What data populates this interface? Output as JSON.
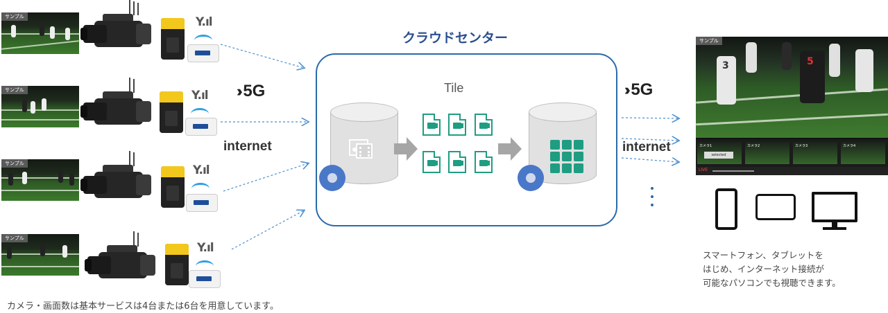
{
  "sample_label": "サンプル",
  "fiveg_label": "5G",
  "internet_label": "internet",
  "cloud_title": "クラウドセンター",
  "tile_label": "Tile",
  "viewer": {
    "sample_label": "サンプル",
    "camera_labels": [
      "カメラ1",
      "カメラ2",
      "カメラ3",
      "カメラ4"
    ],
    "selected_label": "selected",
    "live_label": "LIVE",
    "player_number_left": "3",
    "player_number_center": "5"
  },
  "devices_caption": [
    "スマートフォン、タブレットを",
    "はじめ、インターネット接続が",
    "可能なパソコンでも視聴できます。"
  ],
  "footer_note": "カメラ・画面数は基本サービスは4台または6台を用意しています。",
  "colors": {
    "cloud_border": "#2a6aa8",
    "cloud_title": "#2b4f8e",
    "accent_green": "#1f9d82",
    "gear_blue": "#4a78c8",
    "arrow_blue": "#4b8fd0"
  },
  "icons": [
    "camera-icon",
    "transmitter-icon",
    "signal-icon",
    "wifi-icon",
    "router-icon",
    "database-icon",
    "media-icon",
    "gear-icon",
    "video-file-icon",
    "arrow-right-icon",
    "tile-grid-icon",
    "smartphone-icon",
    "tablet-icon",
    "monitor-icon"
  ]
}
